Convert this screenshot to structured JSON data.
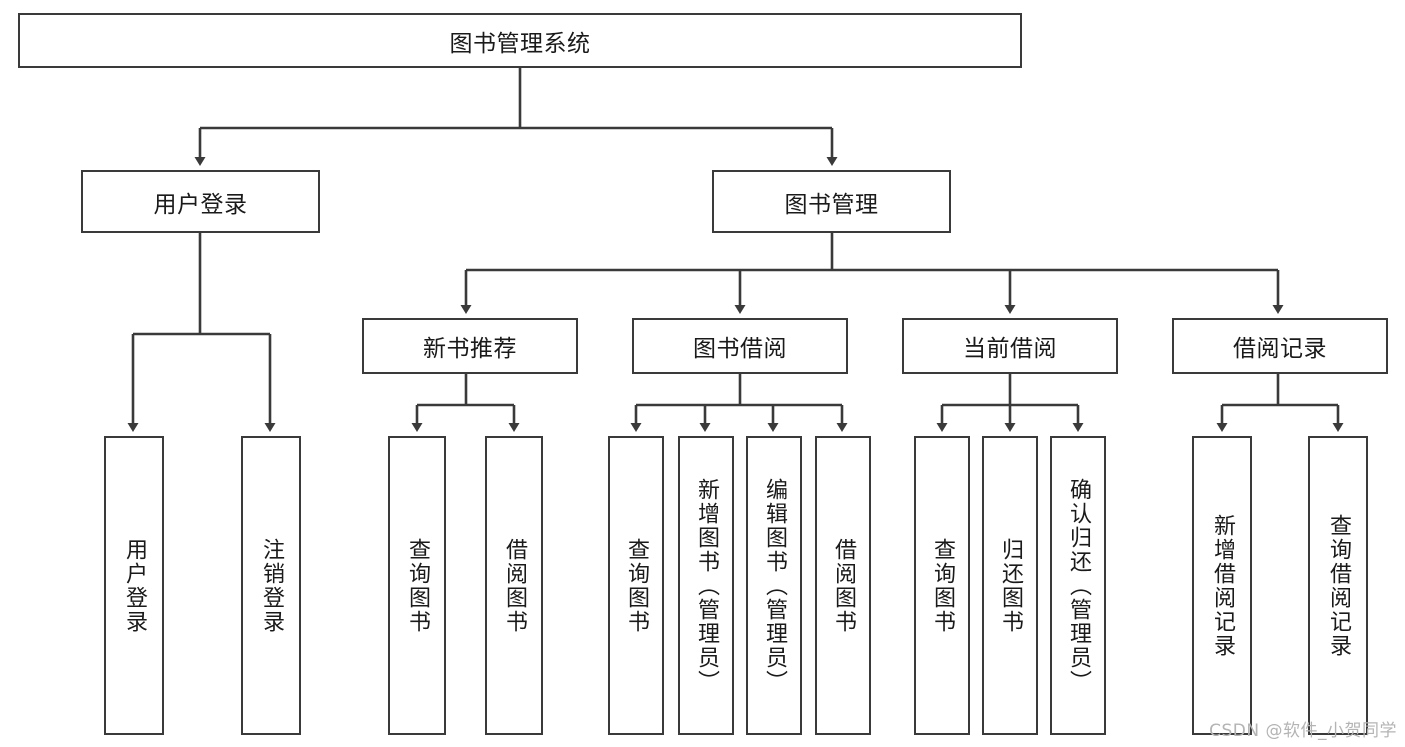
{
  "diagram": {
    "title": "图书管理系统",
    "watermark": "CSDN @软件_小贺同学",
    "stroke_color": "#3a3a3a",
    "text_color": "#1a1a1a",
    "background": "#ffffff",
    "levels": {
      "root": {
        "label": "图书管理系统"
      },
      "level2": [
        {
          "label": "用户登录"
        },
        {
          "label": "图书管理"
        }
      ],
      "level3": [
        {
          "label": "新书推荐"
        },
        {
          "label": "图书借阅"
        },
        {
          "label": "当前借阅"
        },
        {
          "label": "借阅记录"
        }
      ],
      "leaves": {
        "user_login": [
          {
            "label": "用户登录"
          },
          {
            "label": "注销登录"
          }
        ],
        "new_books": [
          {
            "label": "查询图书"
          },
          {
            "label": "借阅图书"
          }
        ],
        "book_borrow": [
          {
            "label": "查询图书"
          },
          {
            "label": "新增图书（管理员）"
          },
          {
            "label": "编辑图书（管理员）"
          },
          {
            "label": "借阅图书"
          }
        ],
        "current_borrow": [
          {
            "label": "查询图书"
          },
          {
            "label": "归还图书"
          },
          {
            "label": "确认归还（管理员）"
          }
        ],
        "borrow_records": [
          {
            "label": "新增借阅记录"
          },
          {
            "label": "查询借阅记录"
          }
        ]
      }
    }
  }
}
